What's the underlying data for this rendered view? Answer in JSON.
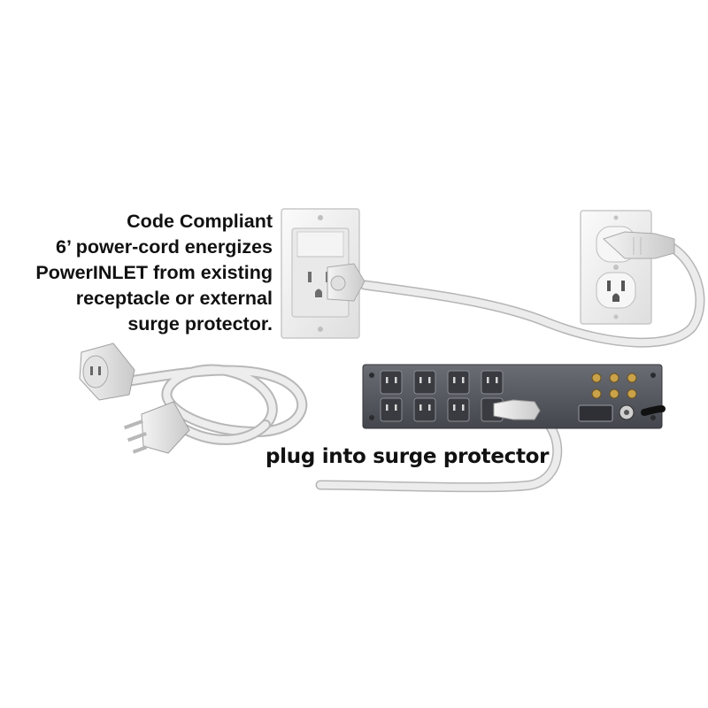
{
  "caption": {
    "lines": [
      "Code Compliant",
      "6’ power-cord energizes",
      "PowerINLET from existing",
      "receptacle or external",
      "surge protector."
    ]
  },
  "sub_caption": "plug into surge protector",
  "icons": [
    "recessed-power-inlet-icon",
    "duplex-wall-outlet-icon",
    "power-cord-icon",
    "surge-protector-icon"
  ],
  "colors": {
    "background": "#ffffff",
    "text": "#111111",
    "cord": "#e8e8e8",
    "wall_plate": "#f2f2f2",
    "surge_panel": "#5c5e66"
  }
}
